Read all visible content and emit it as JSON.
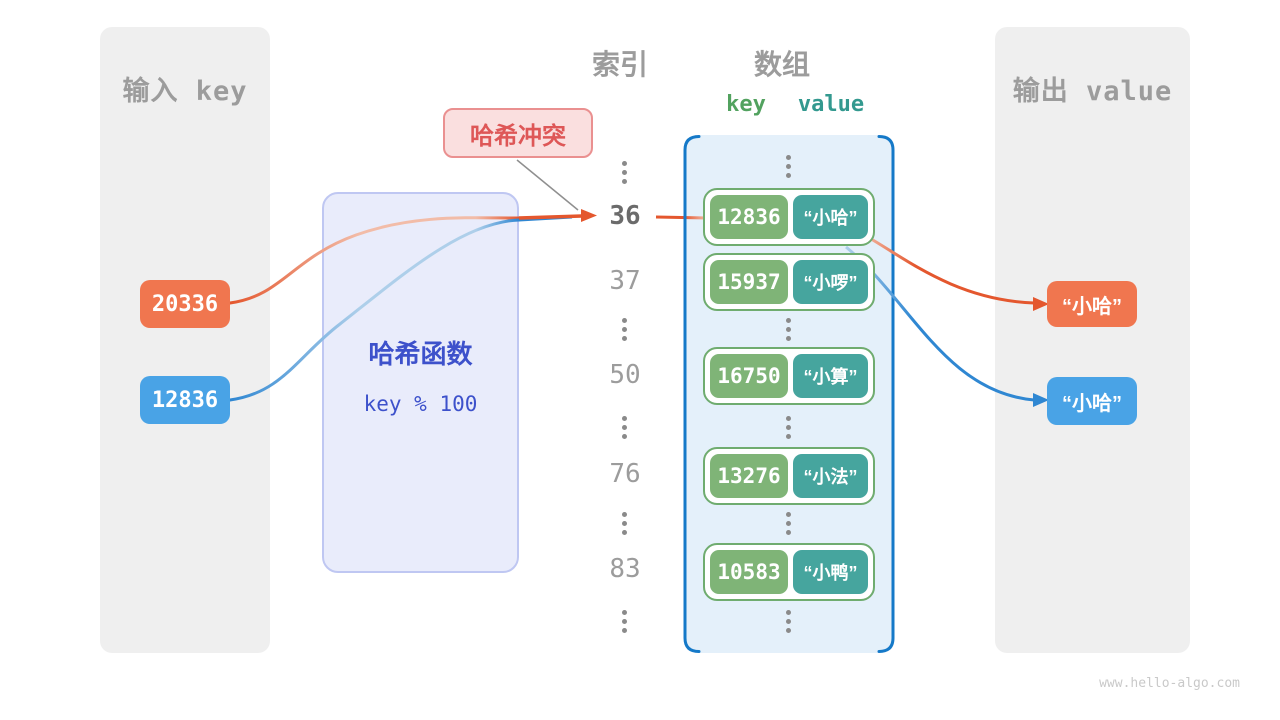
{
  "panels": {
    "input": {
      "title": "输入 key",
      "keys": [
        {
          "value": "20336",
          "color": "#F0764F"
        },
        {
          "value": "12836",
          "color": "#49A3E6"
        }
      ]
    },
    "output": {
      "title": "输出 value",
      "values": [
        {
          "value": "“小哈”",
          "color": "#F0764F"
        },
        {
          "value": "“小哈”",
          "color": "#49A3E6"
        }
      ]
    }
  },
  "hash_function": {
    "name": "哈希函数",
    "formula": "key % 100"
  },
  "collision_label": {
    "text": "哈希冲突"
  },
  "index_column": {
    "title": "索引",
    "values": [
      {
        "text": "36",
        "bold": true
      },
      {
        "text": "37",
        "bold": false
      },
      {
        "text": "50",
        "bold": false
      },
      {
        "text": "76",
        "bold": false
      },
      {
        "text": "83",
        "bold": false
      }
    ],
    "ellipsis_symbol": "⋮"
  },
  "array": {
    "title": "数组",
    "key_header": "key",
    "value_header": "value",
    "rows": [
      {
        "key": "12836",
        "value": "“小哈”"
      },
      {
        "key": "15937",
        "value": "“小啰”"
      },
      {
        "key": "16750",
        "value": "“小算”"
      },
      {
        "key": "13276",
        "value": "“小法”"
      },
      {
        "key": "10583",
        "value": "“小鸭”"
      }
    ]
  },
  "watermark": "www.hello-algo.com",
  "colors": {
    "panel_bg": "#EFEFEF",
    "panel_title": "#9C9C9C",
    "orange": "#F0764F",
    "blue": "#49A3E6",
    "orange_line": "#E4572E",
    "blue_line": "#2F87D2",
    "key_green": "#7FB477",
    "value_teal": "#46A59E",
    "pair_border": "#6FAC6F",
    "array_fill": "#E4F0FA",
    "array_border": "#1579C8",
    "hash_fill": "#E9ECFB",
    "hash_border": "#BFC7F2",
    "hash_text": "#3D51CB",
    "collision_fill": "#FADFDF",
    "collision_border": "#EA9090",
    "collision_text": "#DE5757"
  }
}
